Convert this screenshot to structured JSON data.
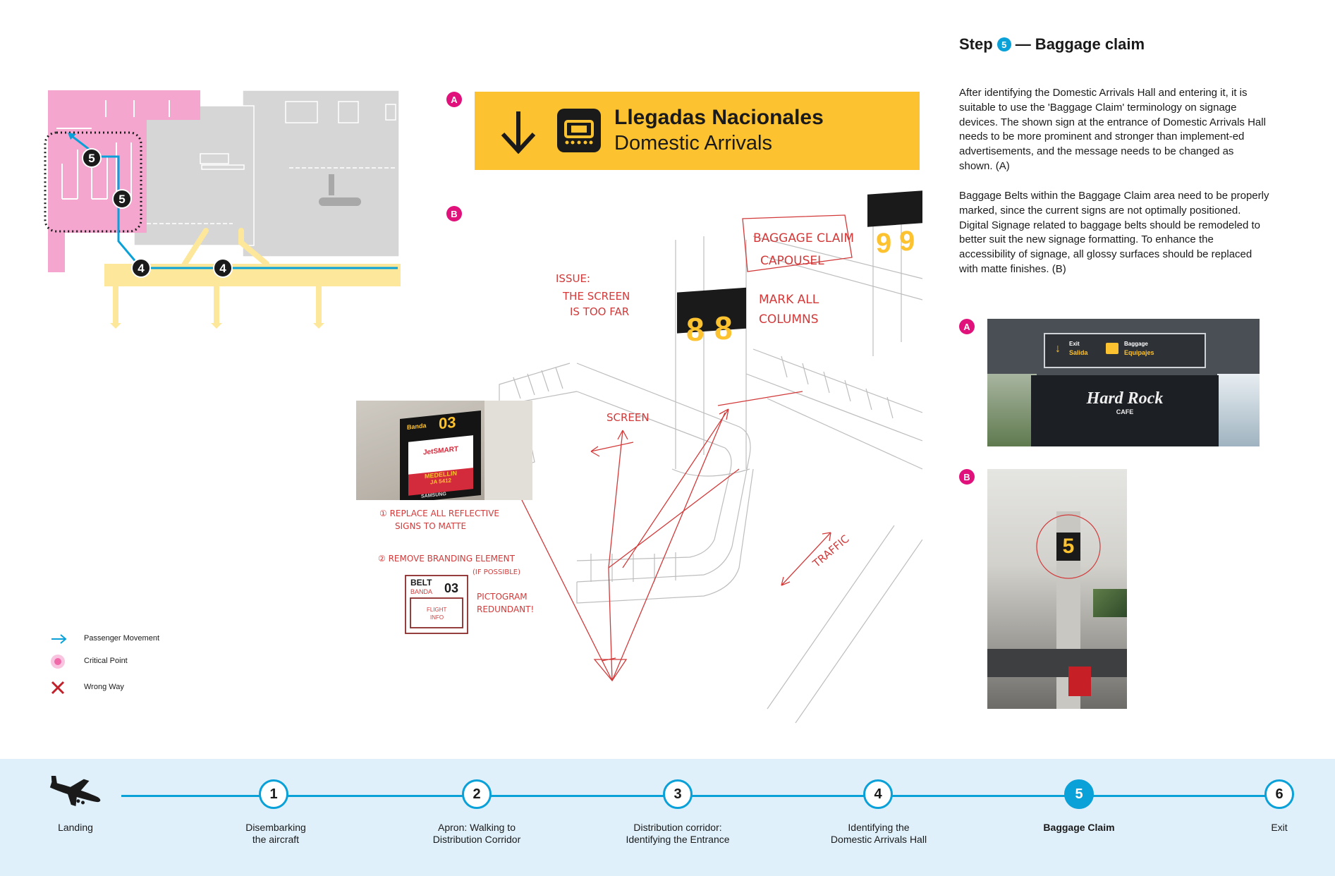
{
  "header": {
    "step_word": "Step",
    "step_number": "5",
    "title": "— Baggage claim"
  },
  "paragraphs": [
    "After identifying the Domestic Arrivals Hall and entering it, it is suitable to use the 'Baggage Claim' terminology on signage devices. The shown sign at the entrance of Domestic Arrivals Hall needs to be more prominent and stronger than implement-ed advertisements, and the message needs to be changed as shown. (A)",
    "Baggage Belts within the Baggage Claim area need to be properly marked, since the current signs are not optimally positioned. Digital Signage related to baggage belts should be remodeled to better suit the new signage formatting. To enhance the accessibility of signage, all glossy surfaces should be replaced with matte finishes. (B)"
  ],
  "markers": {
    "a": "A",
    "b": "B"
  },
  "sign_a": {
    "line1": "Llegadas Nacionales",
    "line2": "Domestic Arrivals",
    "arrow_icon": "arrow-down-icon",
    "baggage_icon": "baggage-belt-icon",
    "bg_color": "#fcc230"
  },
  "map": {
    "badges": [
      "5",
      "5",
      "4",
      "4"
    ]
  },
  "sketch": {
    "notes": [
      "BAGGAGE CLAIM",
      "CAPOUSEL",
      "MARK ALL",
      "COLUMNS",
      "ISSUE:",
      "THE SCREEN",
      "IS TOO FAR",
      "SCREEN",
      "TRAFFIC"
    ],
    "column_numbers": [
      "8",
      "8",
      "9",
      "9"
    ],
    "sub_notes": [
      "① REPLACE ALL REFLECTIVE",
      "SIGNS TO MATTE",
      "② REMOVE BRANDING ELEMENT",
      "(IF POSSIBLE)",
      "PICTOGRAM",
      "REDUNDANT!"
    ],
    "mini_sign": {
      "line1": "BELT",
      "line2": "BANDA",
      "num": "03",
      "info1": "FLIGHT",
      "info2": "INFO"
    }
  },
  "photo_screen": {
    "num": "03",
    "label": "Banda",
    "brand": "JetSMART",
    "city": "MEDELLIN",
    "flight": "JA 5412",
    "maker": "SAMSUNG"
  },
  "photo_a": {
    "exit_en": "Exit",
    "exit_es": "Salida",
    "bag_en": "Baggage",
    "bag_es": "Equipajes",
    "brand1": "Hard Rock",
    "brand2": "CAFE"
  },
  "photo_b": {
    "num": "5"
  },
  "legend": [
    {
      "label": "Passenger Movement",
      "icon": "arrow-right-icon",
      "color": "#0aa0d8"
    },
    {
      "label": "Critical Point",
      "icon": "critical-point-icon",
      "color": "#f06aaa"
    },
    {
      "label": "Wrong Way",
      "icon": "wrong-way-x-icon",
      "color": "#c0202a"
    }
  ],
  "timeline": {
    "start_label": "Landing",
    "steps": [
      {
        "num": "1",
        "label1": "Disembarking",
        "label2": "the aircraft"
      },
      {
        "num": "2",
        "label1": "Apron: Walking to",
        "label2": "Distribution Corridor"
      },
      {
        "num": "3",
        "label1": "Distribution corridor:",
        "label2": "Identifying the Entrance"
      },
      {
        "num": "4",
        "label1": "Identifying the",
        "label2": "Domestic Arrivals Hall"
      },
      {
        "num": "5",
        "label1": "Baggage Claim",
        "label2": ""
      },
      {
        "num": "6",
        "label1": "Exit",
        "label2": ""
      }
    ],
    "active_step": "5",
    "accent": "#0aa0d8"
  }
}
